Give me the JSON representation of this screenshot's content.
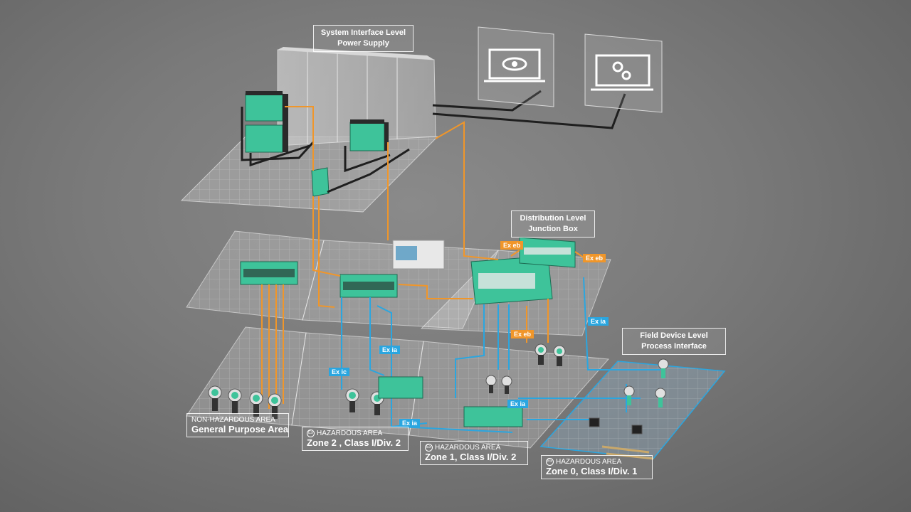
{
  "levels": {
    "system_interface": {
      "line1": "System Interface Level",
      "line2": "Power Supply"
    },
    "distribution": {
      "line1": "Distribution Level",
      "line2": "Junction Box"
    },
    "field_device": {
      "line1": "Field Device Level",
      "line2": "Process Interface"
    }
  },
  "areas": [
    {
      "classification": "NON-HAZARDOUS AREA",
      "zone": "General Purpose Area",
      "ex": false
    },
    {
      "classification": "HAZARDOUS AREA",
      "zone": "Zone 2 , Class I/Div. 2",
      "ex": true,
      "ex_symbol": "Ex"
    },
    {
      "classification": "HAZARDOUS AREA",
      "zone": "Zone 1, Class I/Div. 2",
      "ex": true,
      "ex_symbol": "Ex"
    },
    {
      "classification": "HAZARDOUS AREA",
      "zone": "Zone 0, Class I/Div. 1",
      "ex": true,
      "ex_symbol": "Ex"
    }
  ],
  "tags": {
    "ex_eb_1": "Ex eb",
    "ex_eb_2": "Ex eb",
    "ex_eb_3": "Ex eb",
    "ex_ia_1": "Ex ia",
    "ex_ia_2": "Ex ia",
    "ex_ia_3": "Ex ia",
    "ex_ia_4": "Ex ia",
    "ex_ic": "Ex ic"
  },
  "monitors": [
    {
      "icon": "eye-icon"
    },
    {
      "icon": "gears-icon"
    }
  ],
  "colors": {
    "orange_wire": "#f0962a",
    "blue_wire": "#2aa6e0",
    "module_green": "#3ec39a",
    "background": "#7a7a7a"
  }
}
